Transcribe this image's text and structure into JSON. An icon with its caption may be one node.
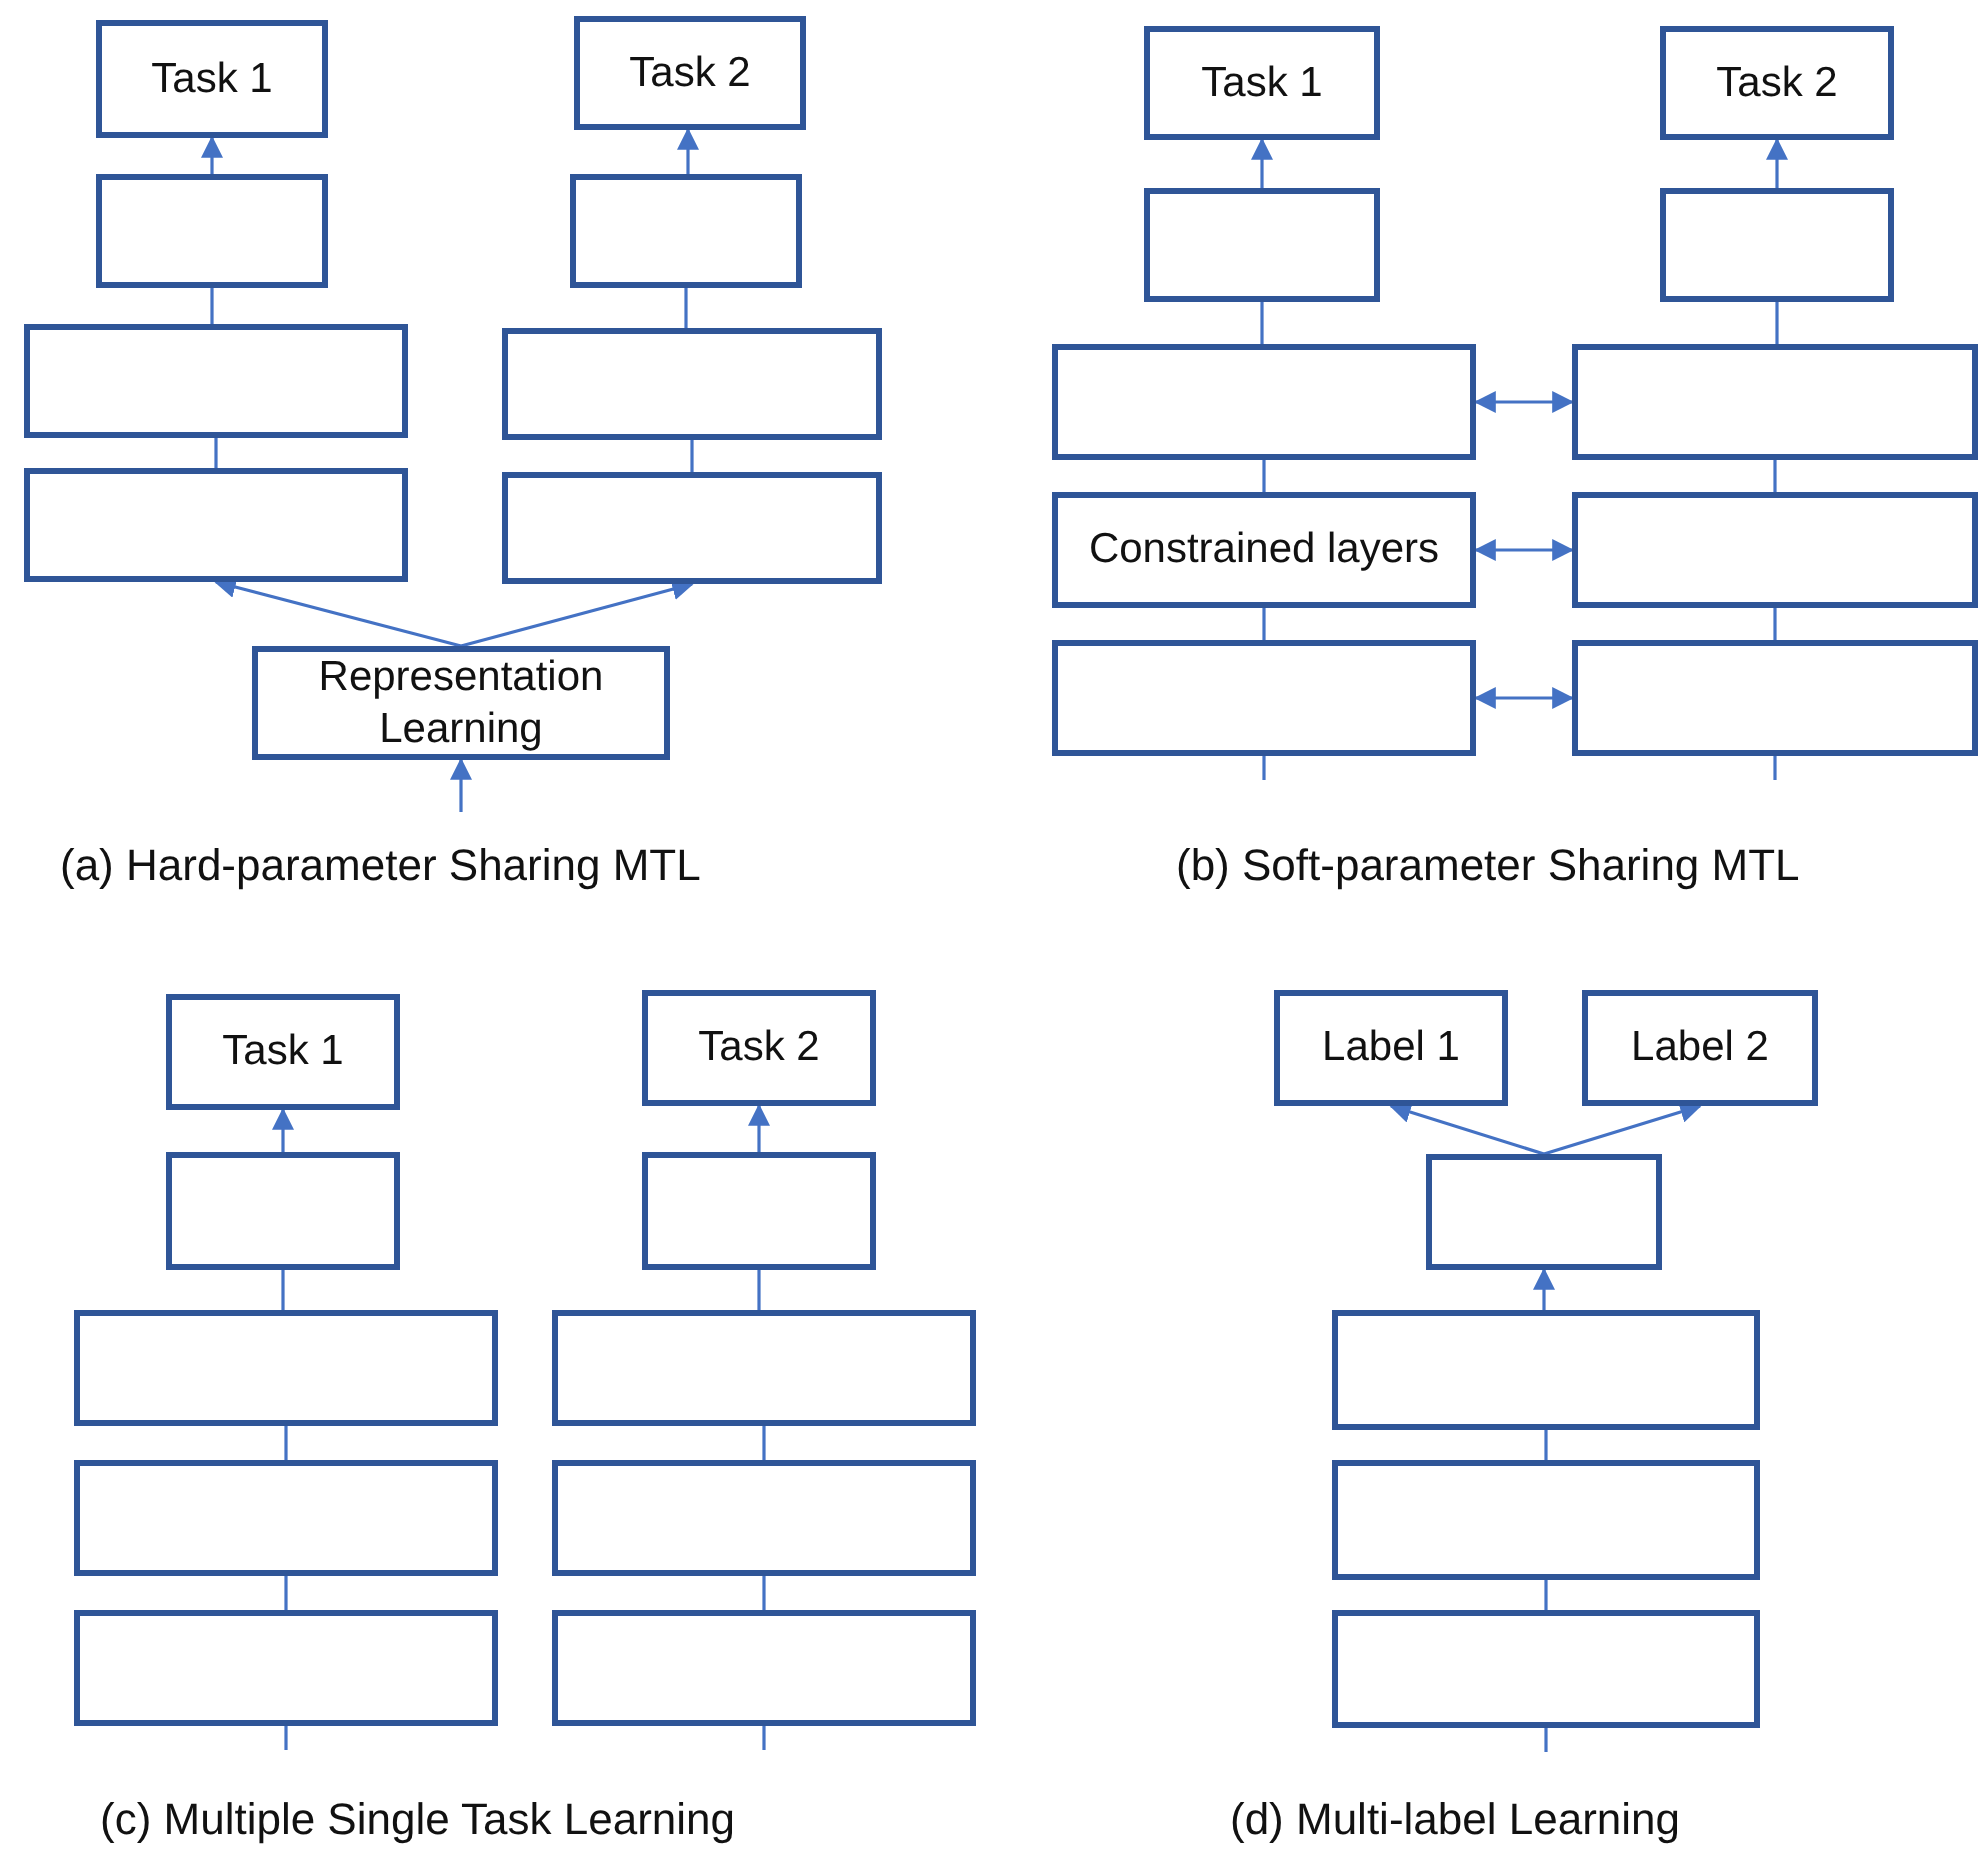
{
  "diagram": {
    "nodes": [
      {
        "text": [
          "Task 1"
        ]
      },
      {
        "text": [
          "Task 2"
        ]
      },
      {
        "text": [],
        "shape": "box"
      },
      {
        "text": [],
        "shape": "box"
      },
      {
        "text": [],
        "shape": "box"
      },
      {
        "text": [],
        "shape": "box"
      },
      {
        "text": [],
        "shape": "box"
      },
      {
        "text": [],
        "shape": "box"
      },
      {
        "text": [
          "Representation Learning"
        ]
      },
      {
        "text": [
          "Task 1"
        ]
      },
      {
        "text": [
          "Task 2"
        ]
      },
      {
        "text": [],
        "shape": "box"
      },
      {
        "text": [],
        "shape": "box"
      },
      {
        "text": [],
        "shape": "box"
      },
      {
        "text": [],
        "shape": "box"
      },
      {
        "text": [
          "Constrained layers"
        ]
      },
      {
        "text": [],
        "shape": "box"
      },
      {
        "text": [],
        "shape": "box"
      },
      {
        "text": [],
        "shape": "box"
      },
      {
        "text": [
          "Task 1"
        ]
      },
      {
        "text": [
          "Task 2"
        ]
      },
      {
        "text": [],
        "shape": "box"
      },
      {
        "text": [],
        "shape": "box"
      },
      {
        "text": [],
        "shape": "box"
      },
      {
        "text": [],
        "shape": "box"
      },
      {
        "text": [],
        "shape": "box"
      },
      {
        "text": [],
        "shape": "box"
      },
      {
        "text": [],
        "shape": "box"
      },
      {
        "text": [],
        "shape": "box"
      },
      {
        "text": [
          "Label 1"
        ]
      },
      {
        "text": [
          "Label 2"
        ]
      },
      {
        "text": [],
        "shape": "box"
      },
      {
        "text": [],
        "shape": "box"
      },
      {
        "text": [],
        "shape": "box"
      },
      {
        "text": [],
        "shape": "box"
      }
    ],
    "edges": [
      {
        "from": 2,
        "to": 0,
        "arrow": "to"
      },
      {
        "from": 3,
        "to": 1,
        "arrow": "to"
      },
      {
        "from": 4,
        "to": 2,
        "arrow": "none"
      },
      {
        "from": 5,
        "to": 3,
        "arrow": "none"
      },
      {
        "from": 6,
        "to": 4,
        "arrow": "none"
      },
      {
        "from": 7,
        "to": 5,
        "arrow": "none"
      },
      {
        "from": 8,
        "to": 6,
        "arrow": "to"
      },
      {
        "from": 8,
        "to": 7,
        "arrow": "to"
      },
      {
        "from": null,
        "to": 8,
        "arrow": "to"
      },
      {
        "from": 11,
        "to": 9,
        "arrow": "to"
      },
      {
        "from": 12,
        "to": 10,
        "arrow": "to"
      },
      {
        "from": 13,
        "to": 11,
        "arrow": "none"
      },
      {
        "from": 14,
        "to": 12,
        "arrow": "none"
      },
      {
        "from": 13,
        "to": 14,
        "arrow": "both"
      },
      {
        "from": 15,
        "to": 13,
        "arrow": "none"
      },
      {
        "from": 16,
        "to": 14,
        "arrow": "none"
      },
      {
        "from": 15,
        "to": 16,
        "arrow": "both"
      },
      {
        "from": 17,
        "to": 15,
        "arrow": "none"
      },
      {
        "from": 18,
        "to": 16,
        "arrow": "none"
      },
      {
        "from": 17,
        "to": 18,
        "arrow": "both"
      },
      {
        "from": null,
        "to": 17,
        "arrow": "none"
      },
      {
        "from": null,
        "to": 18,
        "arrow": "none"
      },
      {
        "from": 21,
        "to": 19,
        "arrow": "to"
      },
      {
        "from": 22,
        "to": 20,
        "arrow": "to"
      },
      {
        "from": 23,
        "to": 21,
        "arrow": "none"
      },
      {
        "from": 24,
        "to": 22,
        "arrow": "none"
      },
      {
        "from": 25,
        "to": 23,
        "arrow": "none"
      },
      {
        "from": 26,
        "to": 24,
        "arrow": "none"
      },
      {
        "from": 27,
        "to": 25,
        "arrow": "none"
      },
      {
        "from": 28,
        "to": 26,
        "arrow": "none"
      },
      {
        "from": null,
        "to": 27,
        "arrow": "none"
      },
      {
        "from": null,
        "to": 28,
        "arrow": "none"
      },
      {
        "from": 31,
        "to": 29,
        "arrow": "to"
      },
      {
        "from": 31,
        "to": 30,
        "arrow": "to"
      },
      {
        "from": 32,
        "to": 31,
        "arrow": "to"
      },
      {
        "from": 33,
        "to": 32,
        "arrow": "none"
      },
      {
        "from": 34,
        "to": 33,
        "arrow": "none"
      },
      {
        "from": null,
        "to": 34,
        "arrow": "none"
      }
    ],
    "labels": [
      "(a) Hard-parameter Sharing MTL",
      "(b) Soft-parameter Sharing MTL",
      "(c) Multiple Single Task Learning",
      "(d) Multi-label Learning"
    ]
  }
}
